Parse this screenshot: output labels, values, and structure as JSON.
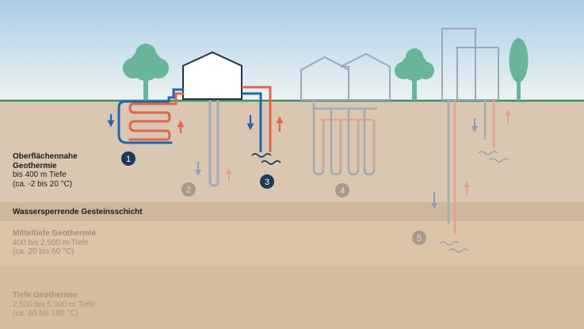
{
  "zones": {
    "shallow": {
      "title_line1": "Oberflächennahe",
      "title_line2": "Geothermie",
      "depth": "bis 400 m Tiefe",
      "temperature": "(ca. -2 bis 20 °C)"
    },
    "barrier": {
      "title": "Wassersperrende Gesteinsschicht"
    },
    "medium": {
      "title": "Mitteltiefe Geothermie",
      "depth": "400 bis 2.500 m Tiefe",
      "temperature": "(ca. 20 bis 60 °C)"
    },
    "deep": {
      "title": "Tiefe Geothermie",
      "depth": "2.500 bis 5.000 m Tiefe",
      "temperature": "(ca. 60 bis 180 °C)"
    }
  },
  "markers": [
    "1",
    "2",
    "3",
    "4",
    "5"
  ],
  "colors": {
    "sky_top": "#a9cde6",
    "ground_line": "#3e8e6c",
    "tree": "#69b59b",
    "cold_pipe": "#2365b0",
    "warm_pipe": "#e0654d",
    "house_outline": "#1f3347",
    "marker_active": "#1a3a57",
    "marker_inactive": "#a8998b"
  },
  "icons": [
    "tree-icon",
    "house-icon",
    "water-wave-icon",
    "cold-arrow-down-icon",
    "warm-arrow-up-icon"
  ]
}
